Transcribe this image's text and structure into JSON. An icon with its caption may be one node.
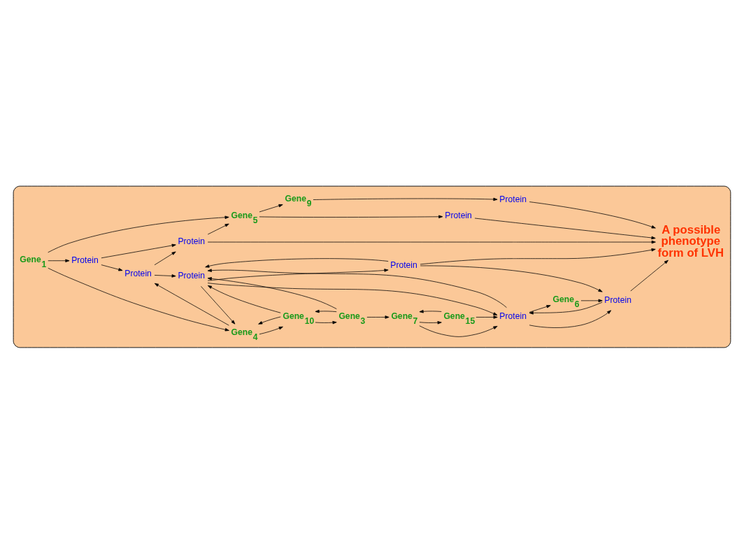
{
  "diagram": {
    "nodes": [
      {
        "text": [],
        "shape": "ellipse"
      },
      {
        "text": [
          "Gene$_{1}$"
        ],
        "in": 0
      },
      {
        "text": [
          "Gene$_{5}$"
        ],
        "in": 0
      },
      {
        "text": [
          "Gene$_{9}$"
        ],
        "in": 0
      },
      {
        "text": [
          "Protein"
        ],
        "in": 0
      },
      {
        "text": [
          "Protein"
        ],
        "in": 0
      },
      {
        "text": [
          "Protein"
        ],
        "in": 0
      },
      {
        "text": [
          "Gene$_{4}$"
        ],
        "in": 0
      },
      {
        "text": [
          "Protein"
        ],
        "in": 0
      },
      {
        "text": [
          "Protein"
        ],
        "in": 0
      },
      {
        "text": [
          "A possible phenotype form of LVH"
        ],
        "in": 0
      },
      {
        "text": [
          "Protein"
        ],
        "in": 0
      },
      {
        "text": [
          "Gene$_{10}$"
        ],
        "in": 0
      },
      {
        "text": [
          "Protein"
        ],
        "in": 0
      },
      {
        "text": [
          "Protein"
        ],
        "in": 0
      },
      {
        "text": [
          "Protein"
        ],
        "in": 0
      },
      {
        "text": [
          "Gene$_{3}$"
        ],
        "in": 0
      },
      {
        "text": [
          "Gene$_{7}$"
        ],
        "in": 0
      },
      {
        "text": [
          "Gene$_{15}$"
        ],
        "in": 0
      },
      {
        "text": [
          "Gene$_{6}$"
        ],
        "in": 0
      }
    ],
    "edges": [
      {
        "from": 1,
        "to": 2,
        "arrow": "to"
      },
      {
        "from": 1,
        "to": 4,
        "arrow": "to"
      },
      {
        "from": 1,
        "to": 7,
        "arrow": "to"
      },
      {
        "from": 2,
        "to": 3,
        "arrow": "to"
      },
      {
        "from": 2,
        "to": 5,
        "arrow": "to"
      },
      {
        "from": 3,
        "to": 6,
        "arrow": "to"
      },
      {
        "from": 4,
        "to": 8,
        "arrow": "to"
      },
      {
        "from": 4,
        "to": 9,
        "arrow": "to"
      },
      {
        "from": 9,
        "to": 2,
        "arrow": "to"
      },
      {
        "from": 5,
        "to": 10,
        "arrow": "to"
      },
      {
        "from": 6,
        "to": 10,
        "arrow": "to"
      },
      {
        "from": 7,
        "to": 8,
        "arrow": "to"
      },
      {
        "from": 8,
        "to": 9,
        "arrow": "to"
      },
      {
        "from": 9,
        "to": 10,
        "arrow": "to"
      },
      {
        "from": 8,
        "to": 13,
        "arrow": "to"
      },
      {
        "from": 13,
        "to": 7,
        "arrow": "to"
      },
      {
        "from": 7,
        "to": 12,
        "arrow": "to"
      },
      {
        "from": 12,
        "to": 7,
        "arrow": "to"
      },
      {
        "from": 11,
        "to": 10,
        "arrow": "to"
      },
      {
        "from": 13,
        "to": 11,
        "arrow": "to"
      },
      {
        "from": 11,
        "to": 13,
        "arrow": "to"
      },
      {
        "from": 11,
        "to": 15,
        "arrow": "to"
      },
      {
        "from": 12,
        "to": 13,
        "arrow": "to"
      },
      {
        "from": 12,
        "to": 16,
        "arrow": "to"
      },
      {
        "from": 16,
        "to": 12,
        "arrow": "to"
      },
      {
        "from": 16,
        "to": 13,
        "arrow": "to"
      },
      {
        "from": 13,
        "to": 14,
        "arrow": "to"
      },
      {
        "from": 14,
        "to": 13,
        "arrow": "to"
      },
      {
        "from": 14,
        "to": 15,
        "arrow": "to"
      },
      {
        "from": 15,
        "to": 14,
        "arrow": "to"
      },
      {
        "from": 15,
        "to": 10,
        "arrow": "to"
      },
      {
        "from": 16,
        "to": 17,
        "arrow": "to"
      },
      {
        "from": 17,
        "to": 14,
        "arrow": "to"
      },
      {
        "from": 17,
        "to": 18,
        "arrow": "to"
      },
      {
        "from": 18,
        "to": 17,
        "arrow": "to"
      },
      {
        "from": 18,
        "to": 14,
        "arrow": "to"
      },
      {
        "from": 14,
        "to": 19,
        "arrow": "to"
      },
      {
        "from": 19,
        "to": 15,
        "arrow": "to"
      }
    ]
  }
}
